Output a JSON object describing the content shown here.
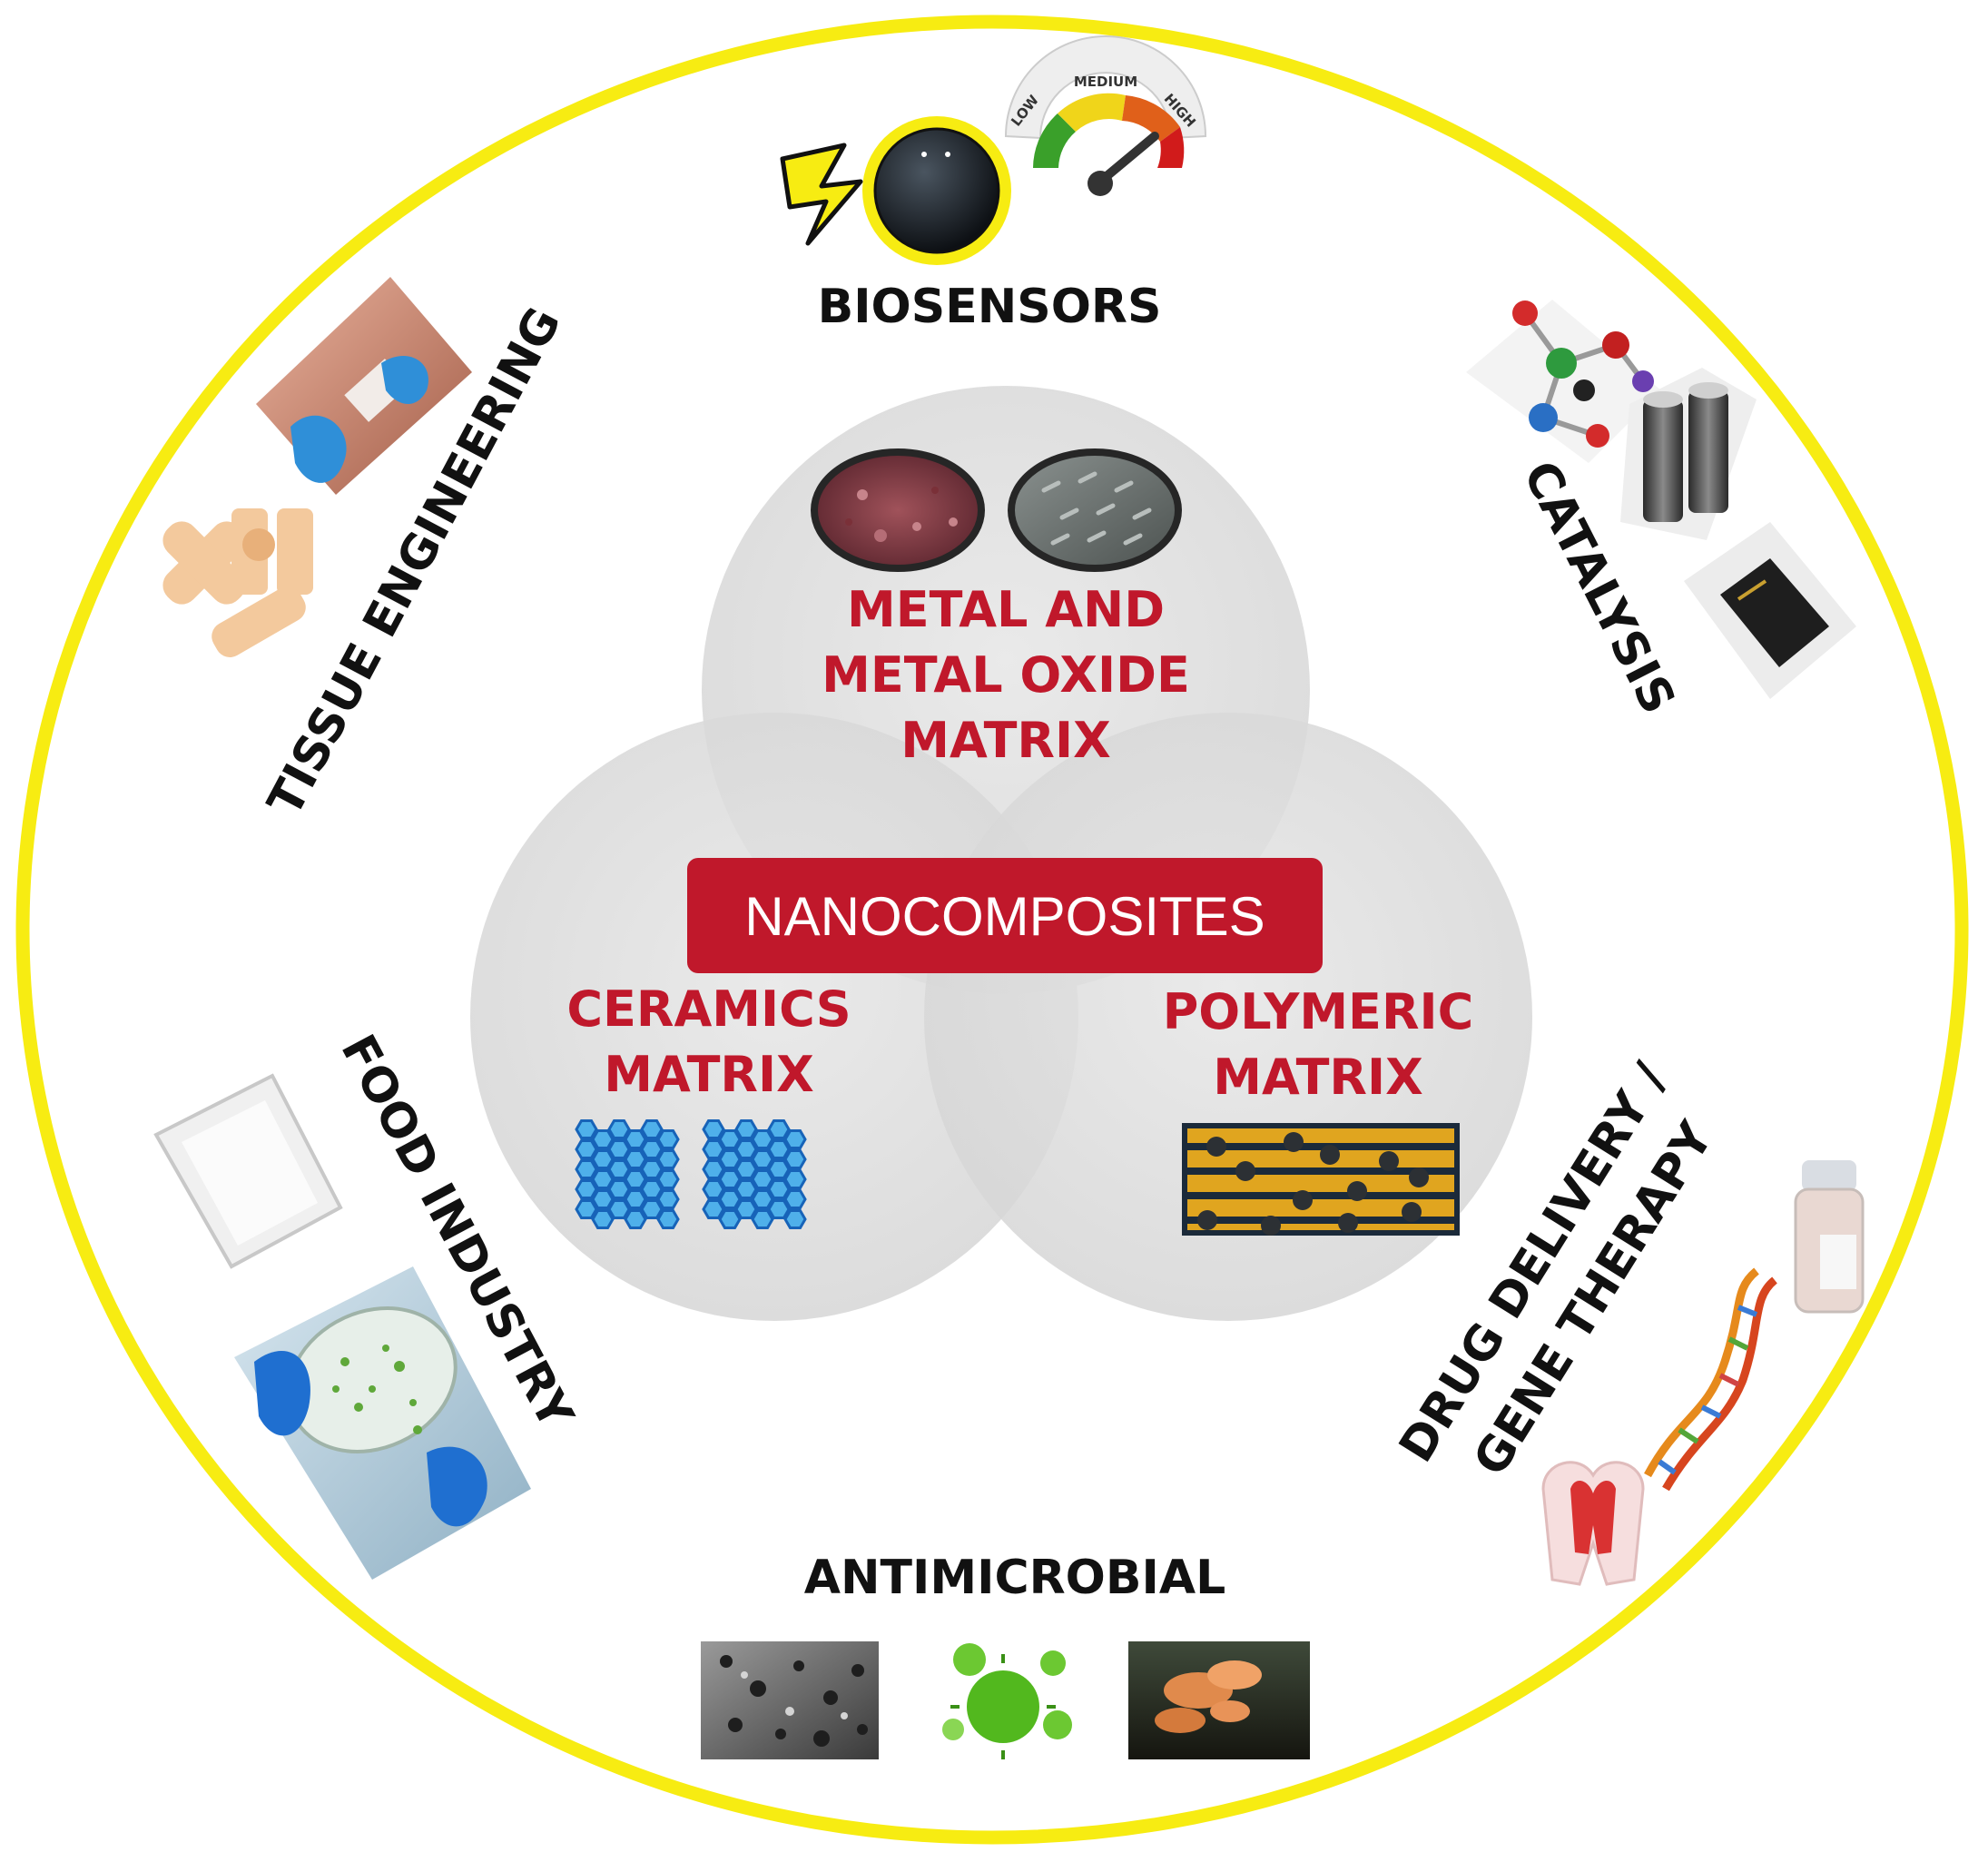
{
  "colors": {
    "ring": "#f7ec12",
    "background": "#ffffff",
    "venn_fill": "#dedede",
    "matrix_text": "#c0182b",
    "center_box": "#c0182b",
    "center_text": "#ffffff",
    "application_text": "#111111"
  },
  "center": {
    "title": "NANOCOMPOSITES"
  },
  "matrices": {
    "metal": {
      "line1": "METAL AND",
      "line2": "METAL OXIDE",
      "line3": "MATRIX",
      "icons": [
        "rust-texture-disc-icon",
        "diamond-plate-disc-icon"
      ]
    },
    "ceramics": {
      "line1": "CERAMICS",
      "line2": "MATRIX",
      "icon": "hexagon-lattice-icon"
    },
    "polymeric": {
      "line1": "POLYMERIC",
      "line2": "MATRIX",
      "icon": "polymer-chains-icon"
    }
  },
  "applications": {
    "biosensors": {
      "label": "BIOSENSORS",
      "icons": [
        "lightning-bolt-icon",
        "sensor-sphere-icon",
        "gauge-icon"
      ],
      "gauge": {
        "low": "LOW",
        "medium": "MEDIUM",
        "high": "HIGH"
      }
    },
    "catalysis": {
      "label": "CATALYSIS",
      "icons": [
        "molecule-model-icon",
        "battery-cells-icon",
        "battery-pack-icon"
      ]
    },
    "tissue": {
      "label": "TISSUE ENGINEERING",
      "icons": [
        "skin-patch-photo-icon",
        "bandages-icon"
      ]
    },
    "food": {
      "label": "FOOD INDUSTRY",
      "icons": [
        "food-pouch-icon",
        "petri-dish-photo-icon"
      ]
    },
    "drug": {
      "line1": "DRUG DELIVERY /",
      "line2": "GENE THERAPY",
      "icons": [
        "vial-icon",
        "dna-helix-icon",
        "tooth-icon"
      ]
    },
    "antimicrobial": {
      "label": "ANTIMICROBIAL",
      "icons": [
        "micrograph-photo-icon",
        "virus-particles-icon",
        "mushroom-photo-icon"
      ]
    }
  }
}
